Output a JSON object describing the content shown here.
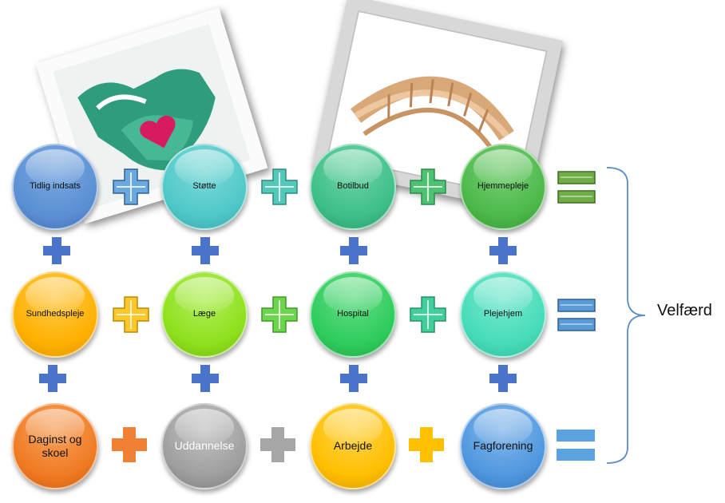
{
  "colors": {
    "row_connector_plus": "#4a74c9"
  },
  "photos": [
    {
      "subject": "handshake-with-heart",
      "icon": "handshake-heart-icon"
    },
    {
      "subject": "wooden-bridge",
      "icon": "bridge-icon"
    }
  ],
  "rows": [
    {
      "circles": [
        {
          "label": "Tidlig indsats",
          "color": "#5b8fd3"
        },
        {
          "label": "Støtte",
          "color": "#4fc8c8"
        },
        {
          "label": "Botilbud",
          "color": "#3dbf87"
        },
        {
          "label": "Hjemmepleje",
          "color": "#4cb84a"
        }
      ],
      "plus_colors": [
        "#6aa9df",
        "#52c9b9",
        "#4dc272"
      ],
      "equals_color": "#70ad47"
    },
    {
      "circles": [
        {
          "label": "Sundhedspleje",
          "color": "#ffb000"
        },
        {
          "label": "Læge",
          "color": "#8ee01c"
        },
        {
          "label": "Hospital",
          "color": "#2ecc5c"
        },
        {
          "label": "Plejehjem",
          "color": "#45dcb9"
        }
      ],
      "plus_colors": [
        "#ffc72a",
        "#6cd64a",
        "#3fcf9a"
      ],
      "equals_color": "#5b9bd5"
    },
    {
      "circles": [
        {
          "label": "Daginst og skoel",
          "color": "#f07a22"
        },
        {
          "label": "Uddannelse",
          "color": "#9e9e9e"
        },
        {
          "label": "Arbejde",
          "color": "#ffbe00"
        },
        {
          "label": "Fagforening",
          "color": "#4f97df"
        }
      ],
      "plus_colors": [
        "#f08033",
        "#a6a6a6",
        "#ffc000"
      ],
      "equals_color": "#5ba3e0"
    }
  ],
  "result": {
    "label": "Velfærd"
  }
}
